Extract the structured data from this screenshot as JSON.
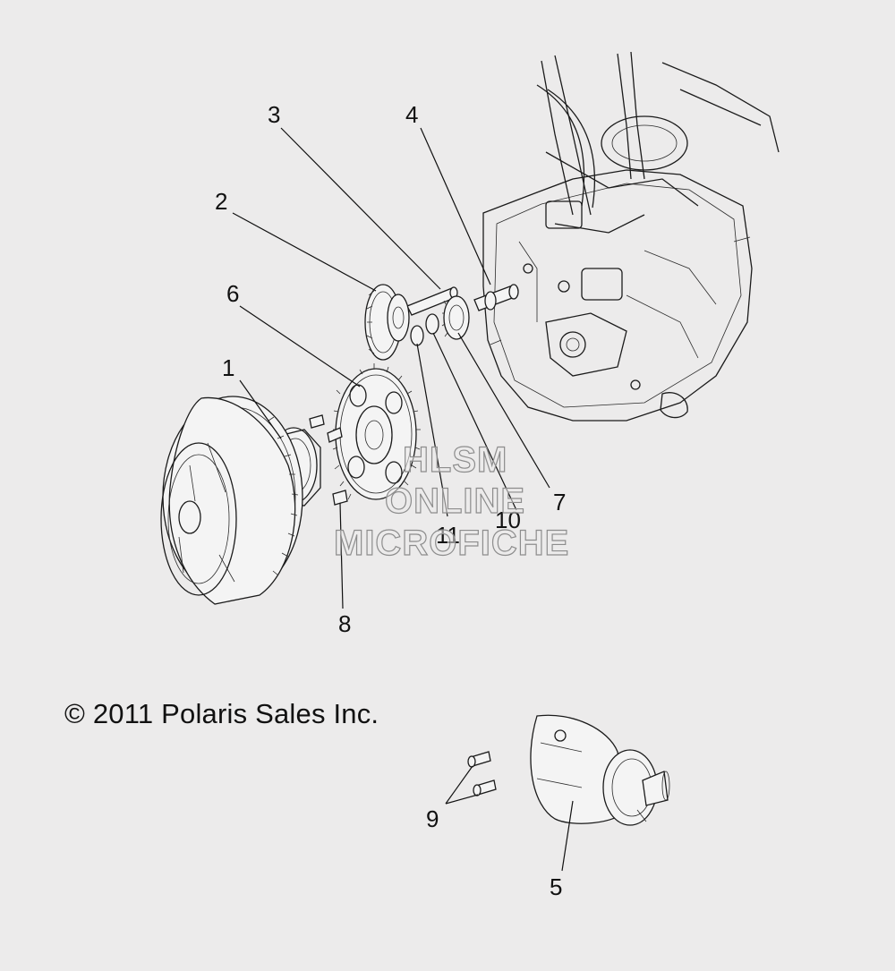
{
  "copyright": "© 2011 Polaris Sales Inc.",
  "watermark": {
    "line1": "HLSM",
    "line2": "ONLINE",
    "line3": "MICROFICHE"
  },
  "callouts": {
    "c1": "1",
    "c2": "2",
    "c3": "3",
    "c4": "4",
    "c5": "5",
    "c6": "6",
    "c7": "7",
    "c8": "8",
    "c9": "9",
    "c10": "10",
    "c11": "11"
  },
  "icons": {
    "flywheel": "flywheel-icon",
    "starter_clutch": "starter-clutch-icon",
    "idler_gear": "idler-gear-icon",
    "shaft": "shaft-icon",
    "driven_gear": "driven-gear-icon",
    "starter_motor": "starter-motor-icon",
    "engine_case": "engine-case-icon"
  }
}
